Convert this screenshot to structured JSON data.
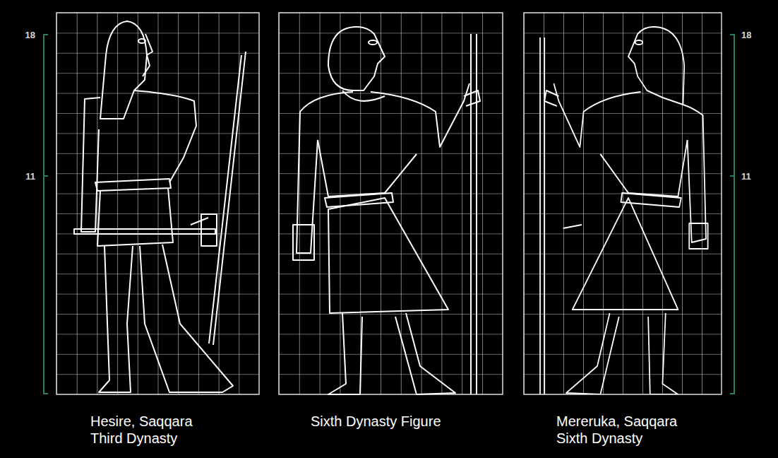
{
  "diagram": {
    "labels": [
      "18",
      "11",
      "18",
      "11",
      "Hesire, Saqqara Third Dynasty",
      "Sixth Dynasty Figure",
      "Mereruka, Saqqara Sixth Dynasty"
    ]
  }
}
